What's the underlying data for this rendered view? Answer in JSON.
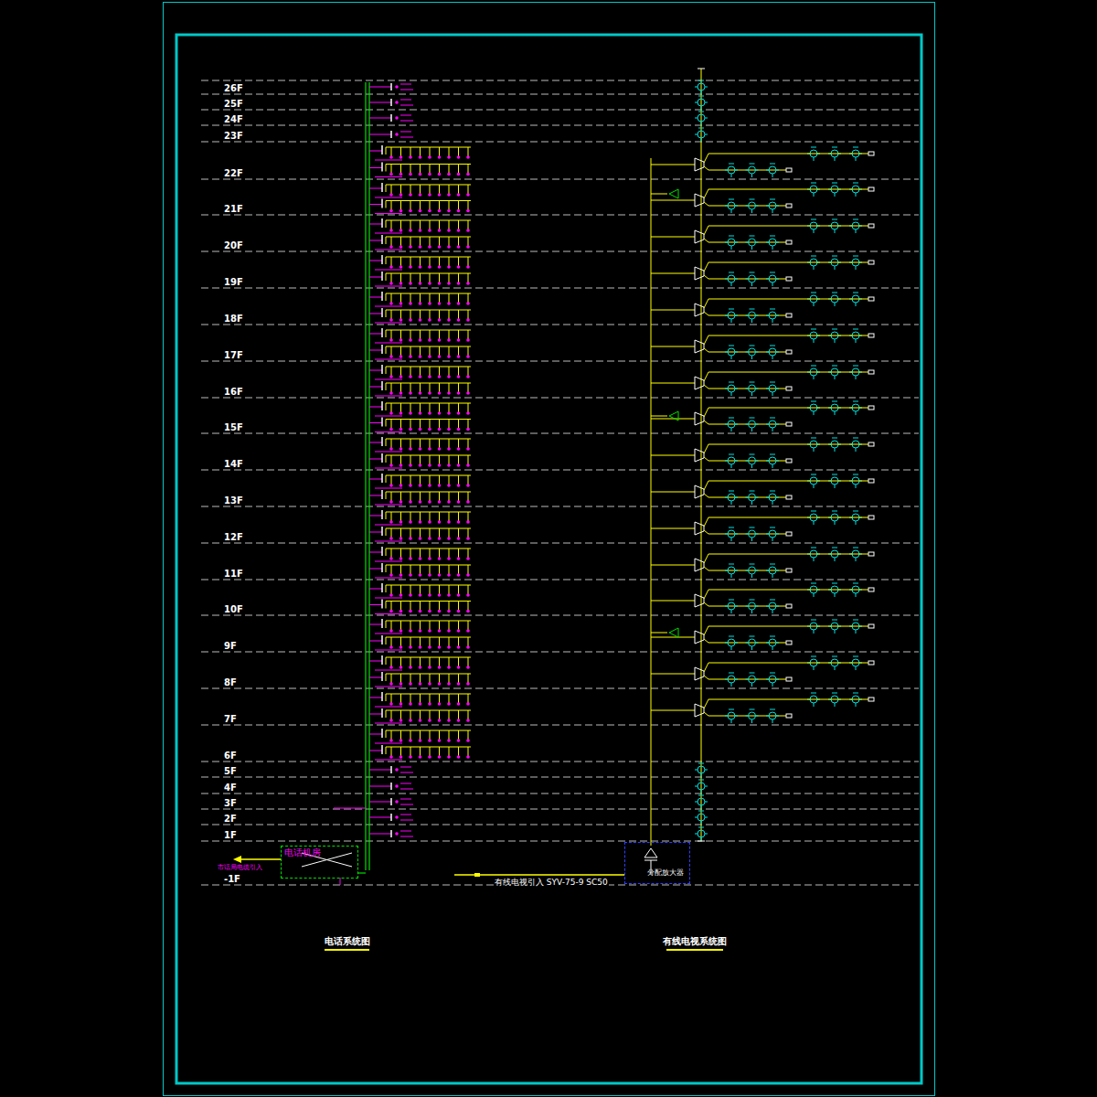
{
  "diagram": {
    "nodes": [
      {
        "text": [
          "电话机房"
        ]
      },
      {
        "text": [
          "分配放大器"
        ]
      }
    ],
    "labels": [
      "26F",
      "25F",
      "24F",
      "23F",
      "22F",
      "21F",
      "20F",
      "19F",
      "18F",
      "17F",
      "16F",
      "15F",
      "14F",
      "13F",
      "12F",
      "11F",
      "10F",
      "9F",
      "8F",
      "7F",
      "6F",
      "5F",
      "4F",
      "3F",
      "2F",
      "1F",
      "-1F",
      "电话系统图",
      "有线电视系统图",
      "有线电视引入 SYV-75-9 SC50",
      "市话局电缆引入"
    ]
  }
}
